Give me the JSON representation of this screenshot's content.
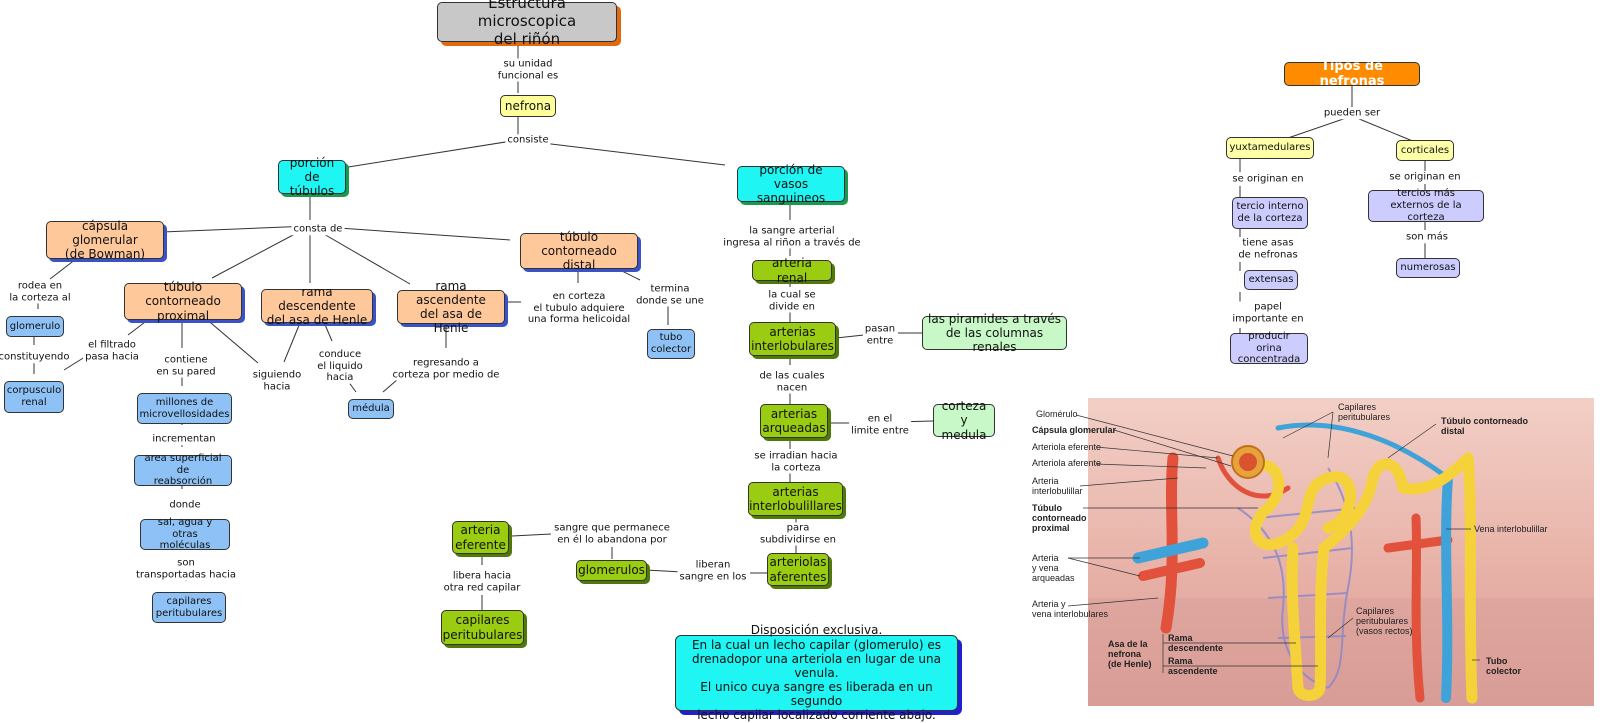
{
  "nodes": {
    "title": "Estructura microscopica\ndel riñón",
    "nefrona": "nefrona",
    "porcion_tubulos": "porción de\ntúbulos",
    "porcion_vasos": "porción de\nvasos sanguineos",
    "capsula": "cápsula glomerular\n(de Bowman)",
    "tubulo_proximal": "túbulo contorneado\nproximal",
    "rama_descendente": "rama descendente\ndel asa de Henle",
    "rama_ascendente": "rama ascendente\ndel asa de Henle",
    "tubulo_distal": "túbulo contorneado\ndistal",
    "glomerulo": "glomerulo",
    "corpusculo": "corpusculo\nrenal",
    "millones": "millones de\nmicrovellosidades",
    "area": "area superficial de\nreabsorción",
    "sal": "sal, agua y otras\nmoléculas",
    "capilares_blue": "capilares\nperitubulares",
    "medula": "médula",
    "tubo_colector": "tubo\ncolector",
    "arteria_renal": "arteria renal",
    "interlobulares": "arterias\ninterlobulares",
    "piramides": "las piramides a través\nde las columnas renales",
    "arqueadas": "arterias\narqueadas",
    "corteza_medula": "corteza y\nmedula",
    "interlobulillares": "arterias\ninterlobulillares",
    "arteriolas": "arteriolas\naferentes",
    "glomerulos": "glomerulos",
    "arteria_eferente": "arteria\neferente",
    "capilares_green": "capilares\nperitubulares",
    "nota": "Disposición exclusiva.\nEn la cual un lecho capilar (glomerulo) es\ndrenadopor una arteriola en lugar de una venula.\nEl unico cuya sangre es liberada en un segundo\nlecho capilar localizado corriente abajo.",
    "tipos": "Tipos de nefronas",
    "yuxtamedulares": "yuxtamedulares",
    "corticales": "corticales",
    "tercio_interno": "tercio interno\nde la corteza",
    "tercios_externos": "tercios más\nexternos de la corteza",
    "extensas": "extensas",
    "numerosas": "numerosas",
    "producir": "producir orina\nconcentrada"
  },
  "labels": {
    "su_unidad": "su unidad\nfuncional es",
    "consiste": "consiste",
    "consta": "consta de",
    "rodea": "rodea en\nla corteza al",
    "constituyendo": "constituyendo",
    "filtrado": "el filtrado\npasa hacia",
    "contiene": "contiene\nen su pared",
    "incrementan": "incrementan",
    "donde": "donde",
    "son_transportadas": "son\ntransportadas hacia",
    "siguiendo": "siguiendo\nhacia",
    "conduce": "conduce\nel liquido\nhacia",
    "regresando": "regresando a\ncorteza por medio de",
    "en_corteza": "en corteza\nel tubulo adquiere\nuna forma helicoidal",
    "termina": "termina\ndonde se une",
    "sangre_arterial": "la sangre arterial\ningresa al riñon a través de",
    "la_cual": "la cual se\ndivide en",
    "pasan": "pasan\nentre",
    "de_las_cuales": "de las cuales\nnacen",
    "en_el_limite": "en el\nlimite entre",
    "se_irradian": "se irradian hacia\nla corteza",
    "para": "para\nsubdividirse en",
    "liberan": "liberan\nsangre en los",
    "sangre_permanece": "sangre que permanece\nen él lo abandona por",
    "libera": "libera hacia\notra red capilar",
    "pueden_ser": "pueden ser",
    "se_originan_1": "se originan en",
    "se_originan_2": "se originan en",
    "tiene_asas": "tiene asas\nde nefronas",
    "son_mas": "son más",
    "papel": "papel\nimportante en"
  },
  "anatomy": {
    "left_labels": [
      "Glomérulo",
      "Cápsula glomerular",
      "Arteriola eferente",
      "Arteriola aferente",
      "Arteria\ninterlobulillar",
      "Túbulo\ncontorneado\nproximal",
      "Arteria\ny vena\narqueadas",
      "Arteria y\nvena interlobulares",
      "Asa de la\nnefrona\n(de Henle)",
      "Rama\ndescendente",
      "Rama\nascendente"
    ],
    "right_labels": [
      "Capilares\nperitubulares",
      "Túbulo contorneado\ndistal",
      "Vena interlobulillar",
      "Capilares\nperitubulares\n(vasos rectos)",
      "Tubo\ncolector"
    ]
  },
  "colors": {
    "peach": "#ffc89a",
    "cyan": "#1ff5f2",
    "yellow": "#ffff99",
    "blue": "#8ec1f5",
    "green": "#9acd12",
    "mint": "#c8f8c8",
    "orange": "#ff8c00",
    "lavender": "#ccccff",
    "title_gray": "#c8c8c8"
  }
}
